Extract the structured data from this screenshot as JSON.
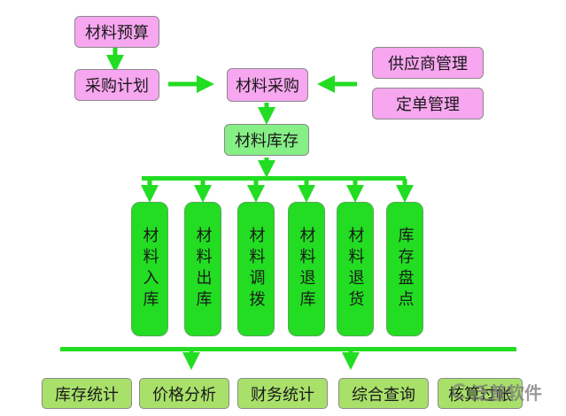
{
  "top": {
    "budget": "材料预算",
    "plan": "采购计划",
    "purchase": "材料采购",
    "supplier": "供应商管理",
    "order": "定单管理",
    "stock": "材料库存"
  },
  "modules": [
    "材料入库",
    "材料出库",
    "材料调拨",
    "材料退库",
    "材料退货",
    "库存盘点"
  ],
  "reports": [
    "库存统计",
    "价格分析",
    "财务统计",
    "综合查询",
    "核算过帐"
  ],
  "watermark": "泛普软件",
  "colors": {
    "pink": "#f7a6f0",
    "light_green": "#86ef86",
    "green": "#22dd22",
    "olive": "#a8e06a"
  }
}
